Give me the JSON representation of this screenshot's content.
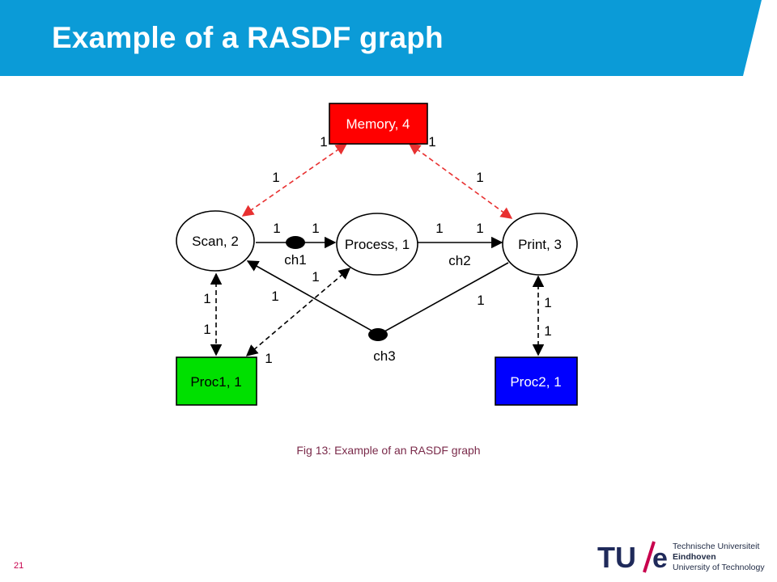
{
  "slide": {
    "title": "Example of a RASDF graph",
    "caption": "Fig 13: Example of an RASDF graph",
    "page_number": "21"
  },
  "colors": {
    "header": "#0b9bd7",
    "memory": "#ff0000",
    "proc1": "#00e000",
    "proc2": "#0000ff",
    "resource_edge": "#e83030"
  },
  "diagram": {
    "nodes": {
      "memory": "Memory, 4",
      "scan": "Scan, 2",
      "process": "Process, 1",
      "print": "Print, 3",
      "proc1": "Proc1, 1",
      "proc2": "Proc2, 1"
    },
    "channels": {
      "ch1": "ch1",
      "ch2": "ch2",
      "ch3": "ch3"
    },
    "rates": {
      "mem_left": "1",
      "mem_right": "1",
      "scan_mem": "1",
      "print_mem": "1",
      "ch1_out": "1",
      "ch1_in": "1",
      "ch2_out": "1",
      "ch2_in": "1",
      "scan_proc1_top": "1",
      "scan_proc1_bottom": "1",
      "process_proc1_top": "1",
      "process_proc1_bottom": "1",
      "ch3_scan": "1",
      "ch3_print": "1",
      "print_proc2_top": "1",
      "print_proc2_bottom": "1"
    }
  },
  "logo": {
    "mark_tu": "TU",
    "mark_e": "e",
    "line1": "Technische Universiteit",
    "line2": "Eindhoven",
    "line3": "University of Technology"
  }
}
